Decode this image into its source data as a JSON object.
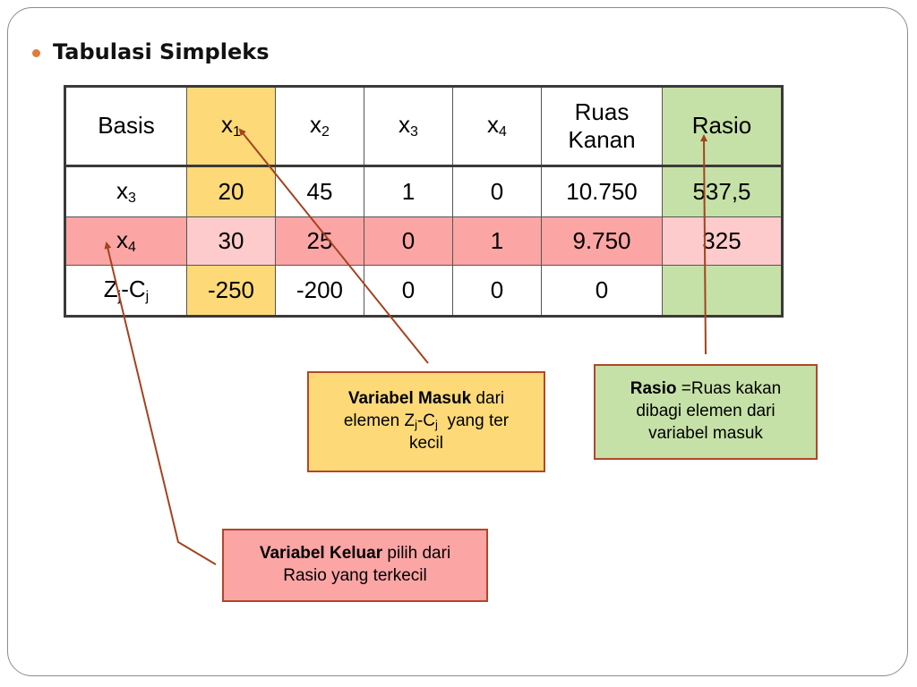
{
  "title": "Tabulasi Simpleks",
  "table": {
    "header": {
      "basis": "Basis",
      "x1": {
        "base": "x",
        "sub": "1"
      },
      "x2": {
        "base": "x",
        "sub": "2"
      },
      "x3": {
        "base": "x",
        "sub": "3"
      },
      "x4": {
        "base": "x",
        "sub": "4"
      },
      "ruas_kanan": "Ruas Kanan",
      "rasio": "Rasio"
    },
    "rows": [
      {
        "basis": {
          "base": "x",
          "sub": "3"
        },
        "x1": "20",
        "x2": "45",
        "x3": "1",
        "x4": "0",
        "ruas_kanan": "10.750",
        "rasio": "537,5"
      },
      {
        "basis": {
          "base": "x",
          "sub": "4"
        },
        "x1": "30",
        "x2": "25",
        "x3": "0",
        "x4": "1",
        "ruas_kanan": "9.750",
        "rasio": "325"
      },
      {
        "basis": {
          "z": "Z",
          "z_sub": "j",
          "dash": "-C",
          "c_sub": "j"
        },
        "x1": "-250",
        "x2": "-200",
        "x3": "0",
        "x4": "0",
        "ruas_kanan": "0",
        "rasio": ""
      }
    ]
  },
  "callouts": {
    "masuk": {
      "bold": "Variabel Masuk",
      "text1": " dari",
      "text2": "elemen Z",
      "sub1": "j",
      "text3": "-C",
      "sub2": "j",
      "text4": "  yang ter",
      "text5": "kecil"
    },
    "rasio": {
      "bold": "Rasio",
      "text1": " =Ruas kakan",
      "text2": "dibagi elemen dari",
      "text3": "variabel masuk"
    },
    "keluar": {
      "bold": "Variabel Keluar",
      "text1": " pilih dari",
      "text2": "Rasio yang terkecil"
    }
  },
  "colors": {
    "bullet": "#e07b39",
    "yellow": "#fdd978",
    "green": "#c6e1a7",
    "red": "#fba5a5",
    "pink": "#fdcbcb",
    "arrow": "#a3431f"
  }
}
